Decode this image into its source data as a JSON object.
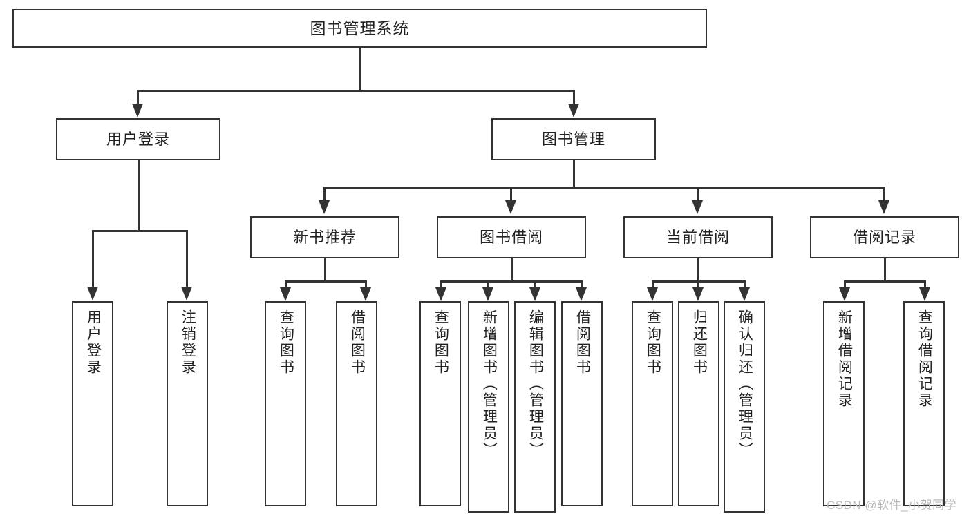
{
  "diagram": {
    "title": "图书管理系统",
    "type": "hierarchy-tree",
    "root": {
      "id": "root",
      "label": "图书管理系统"
    },
    "level2": [
      {
        "id": "user-login",
        "label": "用户登录"
      },
      {
        "id": "book-manage",
        "label": "图书管理"
      }
    ],
    "level3": [
      {
        "id": "new-book-rec",
        "label": "新书推荐",
        "parent": "book-manage"
      },
      {
        "id": "book-borrow",
        "label": "图书借阅",
        "parent": "book-manage"
      },
      {
        "id": "current-borrow",
        "label": "当前借阅",
        "parent": "book-manage"
      },
      {
        "id": "borrow-record",
        "label": "借阅记录",
        "parent": "book-manage"
      }
    ],
    "leaves": {
      "user-login": [
        {
          "id": "leaf-user-login",
          "label": "用户登录"
        },
        {
          "id": "leaf-user-logout",
          "label": "注销登录"
        }
      ],
      "new-book-rec": [
        {
          "id": "leaf-query-book-1",
          "label": "查询图书"
        },
        {
          "id": "leaf-borrow-book-1",
          "label": "借阅图书"
        }
      ],
      "book-borrow": [
        {
          "id": "leaf-query-book-2",
          "label": "查询图书"
        },
        {
          "id": "leaf-add-book",
          "label": "新增图书（管理员）"
        },
        {
          "id": "leaf-edit-book",
          "label": "编辑图书（管理员）"
        },
        {
          "id": "leaf-borrow-book-2",
          "label": "借阅图书"
        }
      ],
      "current-borrow": [
        {
          "id": "leaf-query-book-3",
          "label": "查询图书"
        },
        {
          "id": "leaf-return-book",
          "label": "归还图书"
        },
        {
          "id": "leaf-confirm-return",
          "label": "确认归还（管理员）"
        }
      ],
      "borrow-record": [
        {
          "id": "leaf-add-record",
          "label": "新增借阅记录"
        },
        {
          "id": "leaf-query-record",
          "label": "查询借阅记录"
        }
      ]
    },
    "watermark": "CSDN @软件_小贺同学",
    "colors": {
      "stroke": "#333333",
      "fill": "#ffffff",
      "text": "#222222",
      "watermark": "#b9b9b9"
    }
  }
}
